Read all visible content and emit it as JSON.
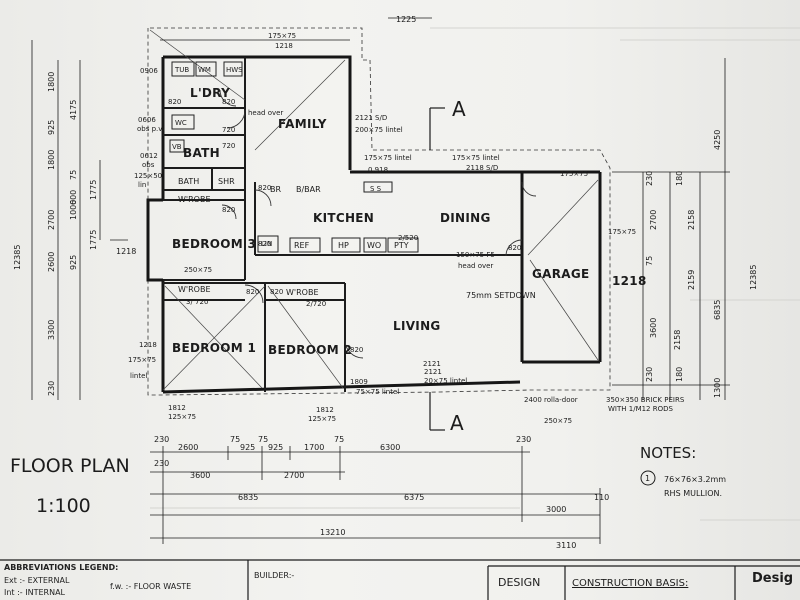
{
  "rooms": {
    "family": "FAMILY",
    "laundry": "L'DRY",
    "bath": "BATH",
    "bath_small": "BATH",
    "shower": "SHR",
    "kitchen": "KITCHEN",
    "dining": "DINING",
    "garage": "GARAGE",
    "bedroom3": "BEDROOM 3",
    "bedroom1": "BEDROOM 1",
    "bedroom2": "BEDROOM 2",
    "living": "LIVING",
    "wrobe": "W'ROBE",
    "wrobe2": "W'ROBE",
    "wrobe3": "W'ROBE"
  },
  "fixtures": {
    "tub": "TUB",
    "wm": "WM",
    "hws": "HWS",
    "vb": "VB",
    "wc": "WC",
    "br": "BR",
    "bbar": "B/BAR",
    "ref": "REF",
    "hp": "HP",
    "wo": "WO",
    "pty": "PTY",
    "ss": "S S",
    "lin": "LIN"
  },
  "labels": {
    "floor_plan": "FLOOR PLAN",
    "scale": "1:100",
    "section_a": "A",
    "section_a2": "A",
    "notes_title": "NOTES:",
    "note_number": "1",
    "note_line1": "76×76×3.2mm",
    "note_line2": "RHS MULLION.",
    "setdown": "75mm SETDOWN",
    "head_over": "head over",
    "head_over2": "head over",
    "brick_peirs": "350×350 BRICK PEIRS",
    "m12_rods": "WITH 1/M12 RODS",
    "rolla_door": "2400 rolla-door",
    "sd_door": "2121 S/D",
    "lintel_200": "200×75 lintel",
    "lintel_175": "175×75 lintel",
    "lintel_175b": "175×75 lintel",
    "ss_2118": "2118 S/D",
    "lintel_150": "150×75 F5",
    "lintel_2121": "2121",
    "lintel_20075": "20×75 lintel",
    "lintel_75": "75×75 lintel",
    "lintel_125": "125×75",
    "lintel_125b": "125×75",
    "lintel_250": "250×75",
    "lintel_250b": "250×75",
    "lintel_17575": "175×75",
    "lintel_17575b": "175×75",
    "lintel_word": "lintel",
    "door_820a": "820",
    "door_820b": "820",
    "door_820c": "820",
    "door_820d": "820",
    "door_820e": "820",
    "door_820f": "820",
    "door_820g": "820",
    "door_820h": "820",
    "door_820i": "820",
    "door_720a": "720",
    "door_720b": "720",
    "door_3_720": "3/ 720",
    "door_2_720": "2/720",
    "door_2_520": "2/520",
    "door_0918": "0.918",
    "win_1218a": "1218",
    "win_1218b": "1218",
    "win_1218c": "1218",
    "win_1809": "1809",
    "win_1812a": "1812",
    "win_1812b": "1812",
    "win_2121b": "2121",
    "win_0906": "0906",
    "win_0606": "0606",
    "win_0612": "0612",
    "obs": "obs p.v.",
    "obs2": "obs",
    "dim_125_50": "125×50",
    "dim_lin": "lin",
    "roof_lintel": "175×75"
  },
  "dims": {
    "top_1225": "1225",
    "top_17575": "175×75",
    "top_1218": "1218",
    "right_4250": "4250",
    "right_12385": "12385",
    "right_2700": "2700",
    "right_2158": "2158",
    "right_2159": "2159",
    "right_3600": "3600",
    "right_2158b": "2158",
    "right_6835": "6835",
    "right_1300": "1300",
    "right_230a": "230",
    "right_230b": "230",
    "right_180a": "180",
    "right_180b": "180",
    "right_75": "75",
    "left_1800a": "1800",
    "left_925": "925",
    "left_4175": "4175",
    "left_1800b": "1800",
    "left_2700": "2700",
    "left_1000": "1000",
    "left_12385": "12385",
    "left_2600": "2600",
    "left_925b": "925",
    "left_1775": "1775",
    "left_1775b": "1775",
    "left_3300": "3300",
    "left_230": "230",
    "left_750": "75",
    "left_600": "600",
    "bottom_2600": "2600",
    "bottom_925a": "925",
    "bottom_925b": "925",
    "bottom_1700": "1700",
    "bottom_6300": "6300",
    "bottom_3600": "3600",
    "bottom_2700": "2700",
    "bottom_6835": "6835",
    "bottom_6375": "6375",
    "bottom_3000": "3000",
    "bottom_13210": "13210",
    "bottom_3110": "3110",
    "bottom_230a": "230",
    "bottom_230b": "230",
    "bottom_230c": "230",
    "bottom_75a": "75",
    "bottom_75b": "75",
    "bottom_75c": "75",
    "bottom_110": "110"
  },
  "titleblock": {
    "abbrev_title": "ABBREVIATIONS LEGEND:",
    "ext": "Ext :- EXTERNAL",
    "int": "Int :- INTERNAL",
    "fw": "f.w. :- FLOOR WASTE",
    "builder": "BUILDER:-",
    "design": "DESIGN",
    "construction_basis": "CONSTRUCTION BASIS:",
    "design_right": "Desig"
  },
  "colors": {
    "ink": "#1c1c1c",
    "paper": "#f1f1ee",
    "faint": "#c9c9c6"
  }
}
